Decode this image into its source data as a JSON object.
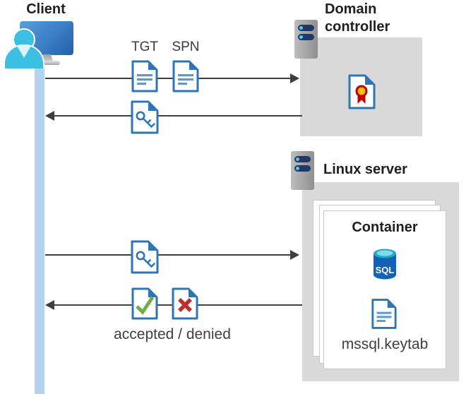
{
  "client": {
    "label": "Client"
  },
  "flow": {
    "tgt": "TGT",
    "spn": "SPN",
    "accepted_denied": "accepted / denied"
  },
  "domain_controller": {
    "label": "Domain controller"
  },
  "linux_server": {
    "label": "Linux server"
  },
  "container": {
    "label": "Container",
    "keytab": "mssql.keytab"
  },
  "sql": {
    "label": "SQL"
  },
  "icons": {
    "client": "monitor-user-icon",
    "domain_controller": "server-tower-icon",
    "linux_server": "server-tower-icon",
    "ticket_request": "document-icon",
    "ticket_reply": "key-document-icon",
    "certificate": "certificate-document-icon",
    "database": "sql-database-icon",
    "keytab": "document-icon",
    "accepted": "check-document-icon",
    "denied": "x-document-icon",
    "lifeline": "vertical-lifeline-bar"
  },
  "colors": {
    "doc_border_blue": "#2E75B6",
    "doc_line_blue": "#5B9BD5",
    "fold_light_blue": "#9DC3E6",
    "check_green": "#6FAE44",
    "cross_red": "#BE2E2E",
    "ribbon_red": "#C00000",
    "ribbon_gold": "#FFC000",
    "server_pill_navy": "#1F3864",
    "led_cyan": "#5BC6E8",
    "panel_gray": "#D9D9D9",
    "arrow_gray": "#3F3F3F",
    "lifeline_blue": "#B4D3F1",
    "monitor_blue_start": "#56A0DD",
    "monitor_blue_end": "#2460A8",
    "person_cyan": "#3BC0E3",
    "sql_body_blue": "#1263B8",
    "sql_top_teal": "#27A5C4",
    "sql_top_cyan": "#7BDCEE",
    "title_text": "#1F1F1F",
    "body_text": "#3A3A3A"
  }
}
